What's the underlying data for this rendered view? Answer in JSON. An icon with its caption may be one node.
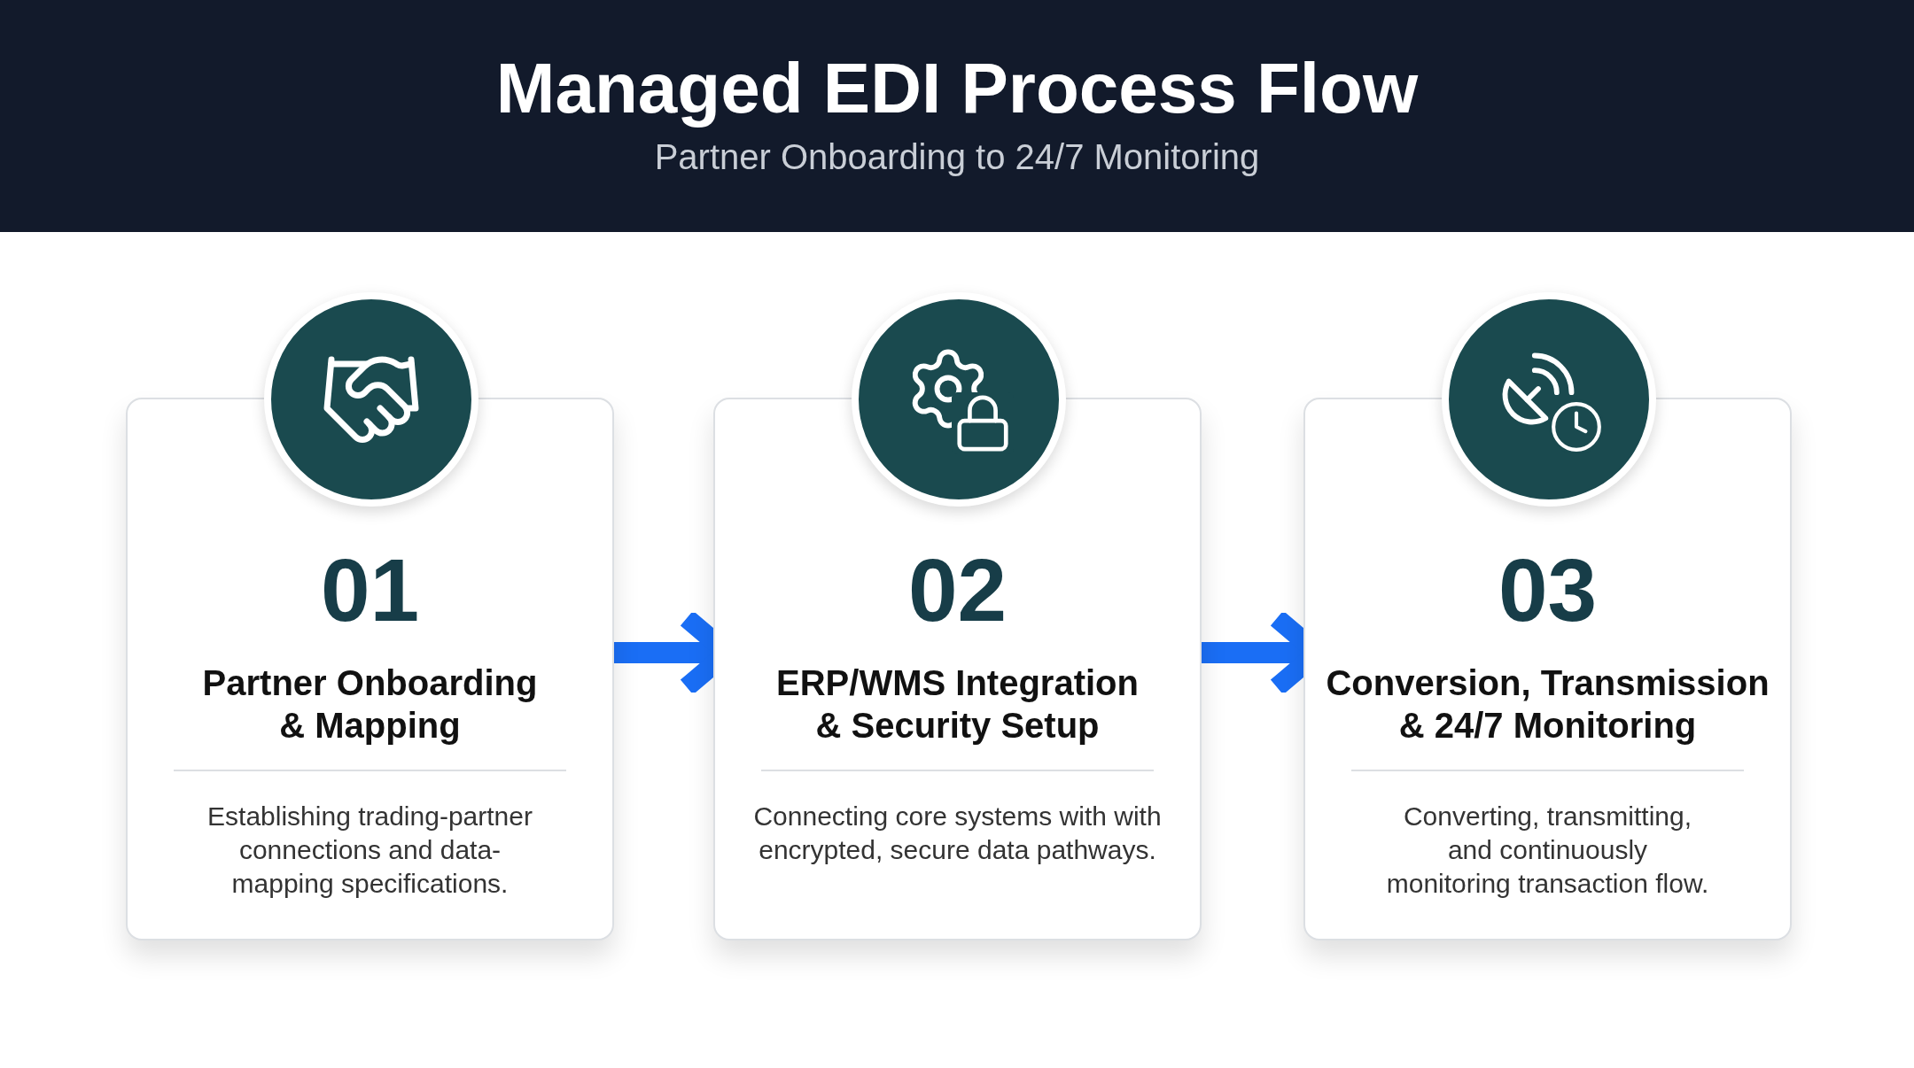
{
  "diagram": {
    "title": "Managed EDI Process Flow",
    "nodes": [
      {
        "text": [
          "01",
          "Partner Onboarding & Mapping",
          "Establishing trading-partner connections and data-mapping specifications."
        ]
      },
      {
        "text": [
          "02",
          "ERP/WMS Integration & Security Setup",
          "Connecting core systems with with encrypted, secure data pathways."
        ]
      },
      {
        "text": [
          "03",
          "Conversion, Transmission & 24/7 Monitoring",
          "Converting, transmitting, and continuously monitoring transaction flow."
        ]
      }
    ],
    "edges": [
      {
        "from": 0,
        "to": 1,
        "arrow": "to"
      },
      {
        "from": 1,
        "to": 2,
        "arrow": "to"
      }
    ],
    "labels": [
      "Partner Onboarding to 24/7 Monitoring"
    ]
  }
}
